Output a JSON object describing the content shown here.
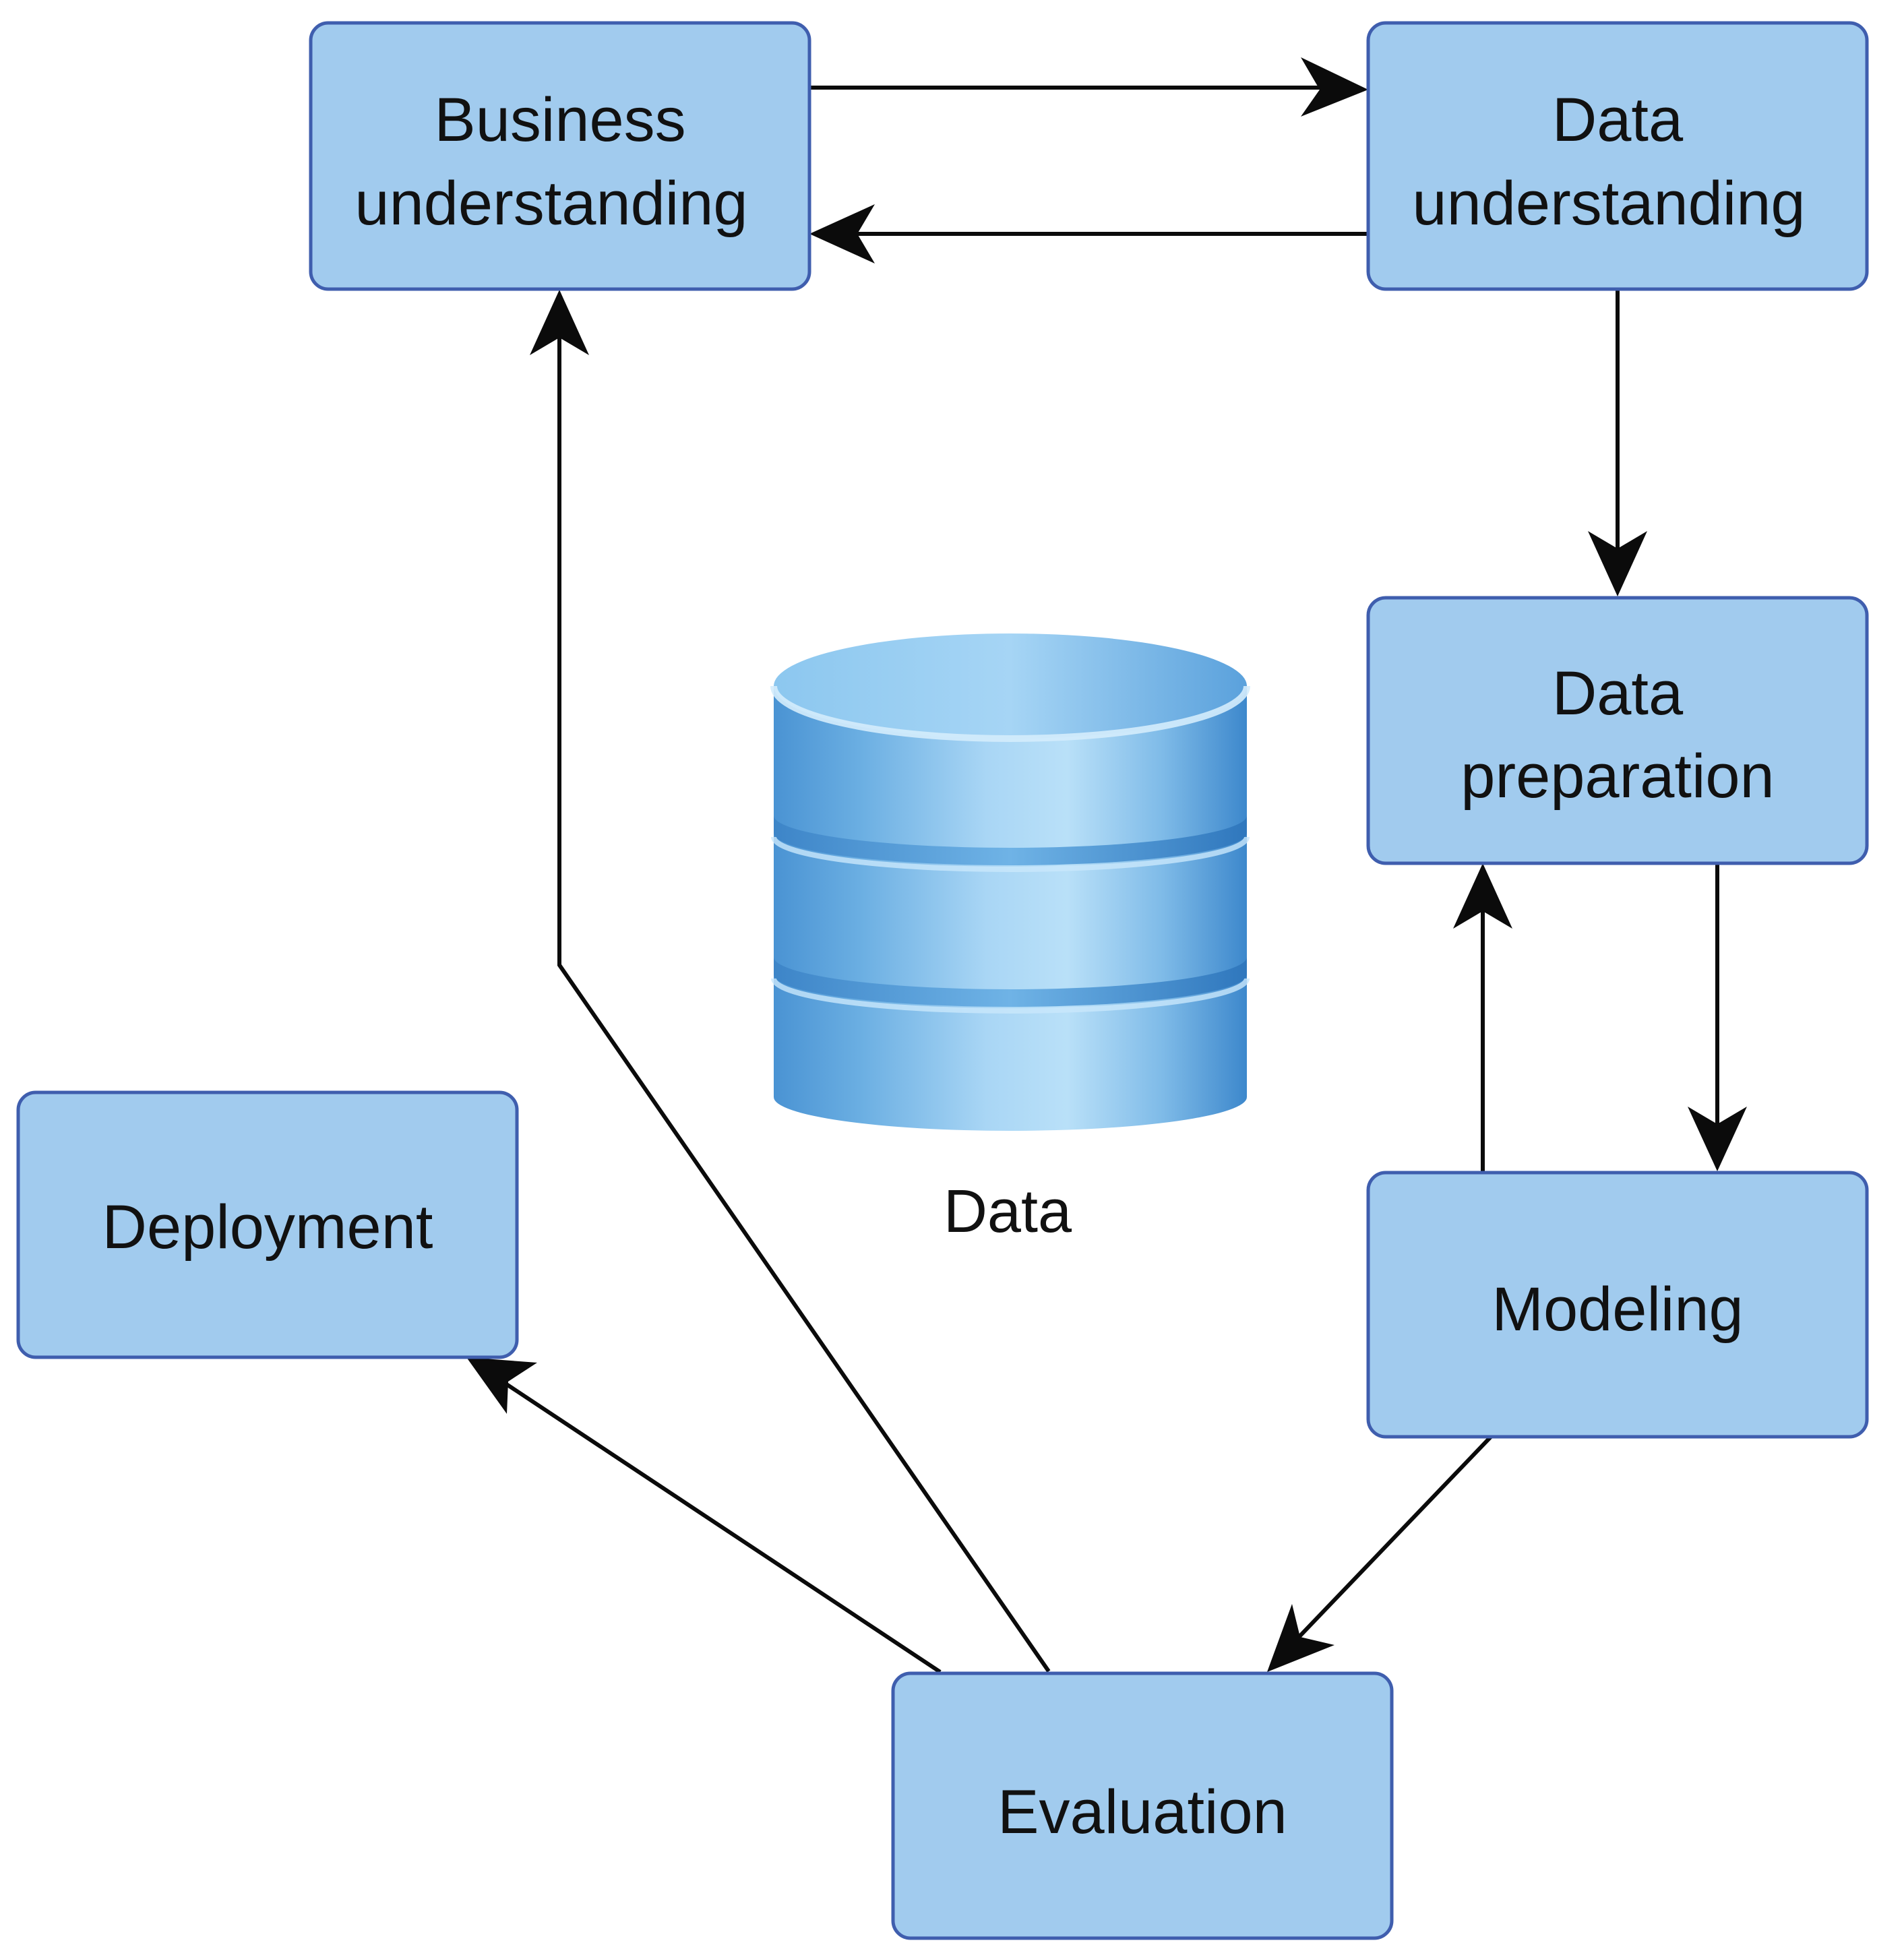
{
  "diagram": {
    "nodes": {
      "business_understanding": {
        "line1": "Business",
        "line2": "understanding"
      },
      "data_understanding": {
        "line1": "Data",
        "line2": "understanding"
      },
      "data_preparation": {
        "line1": "Data",
        "line2": "preparation"
      },
      "modeling": {
        "label": "Modeling"
      },
      "evaluation": {
        "label": "Evaluation"
      },
      "deployment": {
        "label": "Deployment"
      }
    },
    "database": {
      "label": "Data",
      "icon": "database-cylinder-icon"
    },
    "edges": [
      {
        "from": "Business understanding",
        "to": "Data understanding"
      },
      {
        "from": "Data understanding",
        "to": "Business understanding"
      },
      {
        "from": "Data understanding",
        "to": "Data preparation"
      },
      {
        "from": "Data preparation",
        "to": "Modeling"
      },
      {
        "from": "Modeling",
        "to": "Data preparation"
      },
      {
        "from": "Modeling",
        "to": "Evaluation"
      },
      {
        "from": "Evaluation",
        "to": "Business understanding"
      },
      {
        "from": "Evaluation",
        "to": "Deployment"
      }
    ]
  },
  "colors": {
    "box_fill": "#a1cbee",
    "box_stroke": "#3f5eae",
    "arrow": "#0b0b0b",
    "database_blue": "#4f9ad6"
  }
}
